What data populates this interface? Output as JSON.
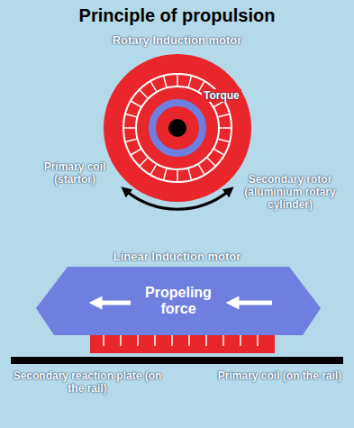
{
  "diagram": {
    "title": "Principle of propulsion",
    "nodes": [
      {
        "text": [
          "Propeling force"
        ]
      }
    ],
    "labels": [
      "Rotary Induction motor",
      "Torque",
      "Primary coil (startor)",
      "Secondary rotor (aluminium rotary cylinder)",
      "Linear Induction motor",
      "Secondary reaction plate (on the rail)",
      "Primary coil (on the rail)"
    ]
  }
}
